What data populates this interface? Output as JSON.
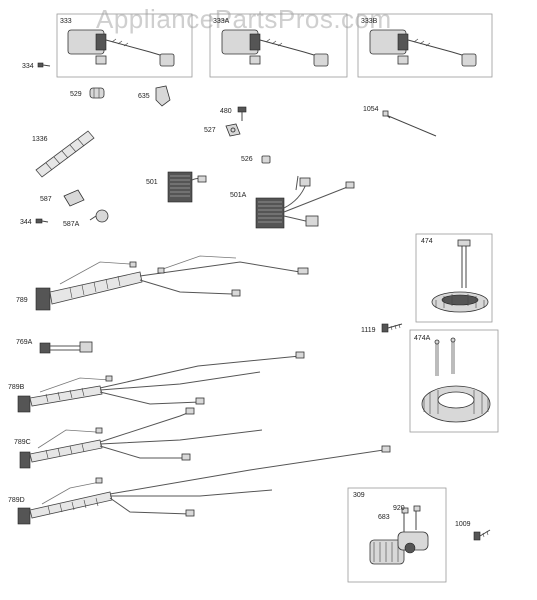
{
  "watermark": "AppliancePartsPros.com",
  "labels": {
    "p333": "333",
    "p333a": "333A",
    "p333b": "333B",
    "p334": "334",
    "p529": "529",
    "p635": "635",
    "p480": "480",
    "p527": "527",
    "p1054": "1054",
    "p1336": "1336",
    "p526": "526",
    "p501": "501",
    "p501a": "501A",
    "p587": "587",
    "p344": "344",
    "p587a": "587A",
    "p474": "474",
    "p789": "789",
    "p1119": "1119",
    "p474a": "474A",
    "p769a": "769A",
    "p789b": "789B",
    "p789c": "789C",
    "p789d": "789D",
    "p309": "309",
    "p920": "920",
    "p683": "683",
    "p1009": "1009"
  }
}
